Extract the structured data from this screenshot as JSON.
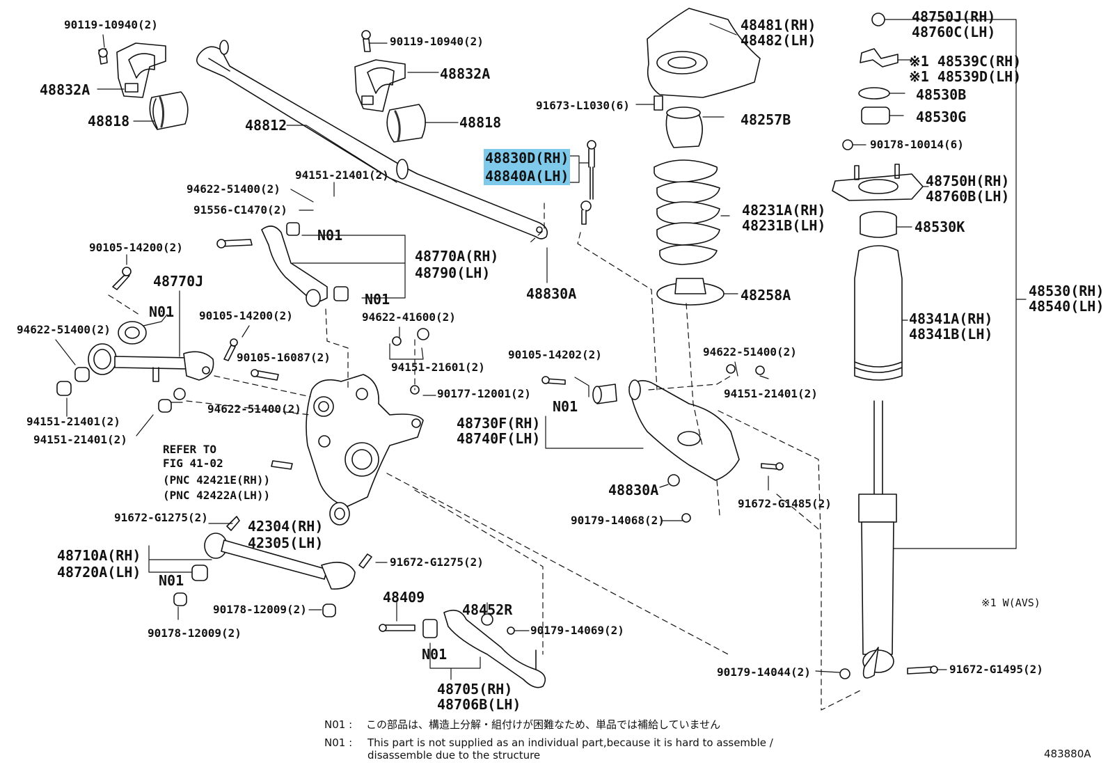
{
  "labels": [
    {
      "id": "p1",
      "text": "90119-10940(2)"
    },
    {
      "id": "p2",
      "text": "48832A"
    },
    {
      "id": "p3",
      "text": "48818"
    },
    {
      "id": "p4",
      "text": "48812"
    },
    {
      "id": "p5",
      "text": "90119-10940(2)"
    },
    {
      "id": "p6",
      "text": "48832A"
    },
    {
      "id": "p7",
      "text": "48818"
    },
    {
      "id": "p8a",
      "text": "48830D(RH)"
    },
    {
      "id": "p8b",
      "text": "48840A(LH)"
    },
    {
      "id": "p9",
      "text": "94622-51400(2)"
    },
    {
      "id": "p10",
      "text": "94151-21401(2)"
    },
    {
      "id": "p11",
      "text": "91556-C1470(2)"
    },
    {
      "id": "p12",
      "text": "N01"
    },
    {
      "id": "p13a",
      "text": "48770A(RH)"
    },
    {
      "id": "p13b",
      "text": "48790(LH)"
    },
    {
      "id": "p14",
      "text": "N01"
    },
    {
      "id": "p15",
      "text": "48830A"
    },
    {
      "id": "p16",
      "text": "90105-14200(2)"
    },
    {
      "id": "p17",
      "text": "48770J"
    },
    {
      "id": "p18",
      "text": "N01"
    },
    {
      "id": "p19",
      "text": "94622-51400(2)"
    },
    {
      "id": "p20",
      "text": "90105-14200(2)"
    },
    {
      "id": "p21",
      "text": "90105-16087(2)"
    },
    {
      "id": "p22",
      "text": "94622-41600(2)"
    },
    {
      "id": "p23",
      "text": "94151-21601(2)"
    },
    {
      "id": "p24",
      "text": "94622-51400(2)"
    },
    {
      "id": "p25",
      "text": "94151-21401(2)"
    },
    {
      "id": "p26",
      "text": "94151-21401(2)"
    },
    {
      "id": "p27",
      "text": "REFER TO"
    },
    {
      "id": "p28",
      "text": "FIG 41-02"
    },
    {
      "id": "p29",
      "text": "(PNC 42421E(RH))"
    },
    {
      "id": "p30",
      "text": "(PNC 42422A(LH))"
    },
    {
      "id": "p31",
      "text": "90177-12001(2)"
    },
    {
      "id": "p32",
      "text": "90105-14202(2)"
    },
    {
      "id": "p33",
      "text": "N01"
    },
    {
      "id": "p34a",
      "text": "48730F(RH)"
    },
    {
      "id": "p34b",
      "text": "48740F(LH)"
    },
    {
      "id": "p35",
      "text": "91672-G1275(2)"
    },
    {
      "id": "p36a",
      "text": "42304(RH)"
    },
    {
      "id": "p36b",
      "text": "42305(LH)"
    },
    {
      "id": "p37a",
      "text": "48710A(RH)"
    },
    {
      "id": "p37b",
      "text": "48720A(LH)"
    },
    {
      "id": "p38",
      "text": "N01"
    },
    {
      "id": "p39",
      "text": "91672-G1275(2)"
    },
    {
      "id": "p40",
      "text": "90178-12009(2)"
    },
    {
      "id": "p41",
      "text": "90178-12009(2)"
    },
    {
      "id": "p42",
      "text": "48409"
    },
    {
      "id": "p43",
      "text": "48452R"
    },
    {
      "id": "p44",
      "text": "90179-14069(2)"
    },
    {
      "id": "p45",
      "text": "N01"
    },
    {
      "id": "p46a",
      "text": "48705(RH)"
    },
    {
      "id": "p46b",
      "text": "48706B(LH)"
    },
    {
      "id": "p47",
      "text": "48830A"
    },
    {
      "id": "p48",
      "text": "90179-14068(2)"
    },
    {
      "id": "p49",
      "text": "91672-G1485(2)"
    },
    {
      "id": "p50",
      "text": "94622-51400(2)"
    },
    {
      "id": "p51",
      "text": "94151-21401(2)"
    },
    {
      "id": "p52",
      "text": "91673-L1030(6)"
    },
    {
      "id": "p53a",
      "text": "48481(RH)"
    },
    {
      "id": "p53b",
      "text": "48482(LH)"
    },
    {
      "id": "p54",
      "text": "48257B"
    },
    {
      "id": "p55a",
      "text": "48231A(RH)"
    },
    {
      "id": "p55b",
      "text": "48231B(LH)"
    },
    {
      "id": "p56",
      "text": "48258A"
    },
    {
      "id": "p57a",
      "text": "48750J(RH)"
    },
    {
      "id": "p57b",
      "text": "48760C(LH)"
    },
    {
      "id": "p58a",
      "text": "※1 48539C(RH)"
    },
    {
      "id": "p58b",
      "text": "※1 48539D(LH)"
    },
    {
      "id": "p59",
      "text": "48530B"
    },
    {
      "id": "p60",
      "text": "48530G"
    },
    {
      "id": "p61",
      "text": "90178-10014(6)"
    },
    {
      "id": "p62a",
      "text": "48750H(RH)"
    },
    {
      "id": "p62b",
      "text": "48760B(LH)"
    },
    {
      "id": "p63",
      "text": "48530K"
    },
    {
      "id": "p64a",
      "text": "48530(RH)"
    },
    {
      "id": "p64b",
      "text": "48540(LH)"
    },
    {
      "id": "p65a",
      "text": "48341A(RH)"
    },
    {
      "id": "p65b",
      "text": "48341B(LH)"
    },
    {
      "id": "p66",
      "text": "※1 W(AVS)"
    },
    {
      "id": "p67",
      "text": "90179-14044(2)"
    },
    {
      "id": "p68",
      "text": "91672-G1495(2)"
    }
  ],
  "notes": {
    "n01_jp_key": "N01 :",
    "n01_jp": "この部品は、構造上分解・組付けが困難なため、単品では補給していません",
    "n01_en_key": "N01 :",
    "n01_en_1": "This part is not supplied as an individual part,because it is hard to assemble /",
    "n01_en_2": "disassemble due to the structure",
    "fig_id": "483880A"
  },
  "colors": {
    "highlight": "#7fc9ea",
    "ink": "#111111"
  }
}
